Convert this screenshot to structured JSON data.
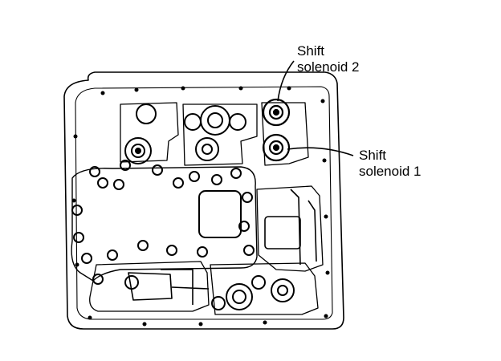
{
  "callouts": [
    {
      "line1": "Shift",
      "line2": "solenoid 2"
    },
    {
      "line1": "Shift",
      "line2": "solenoid 1"
    }
  ],
  "colors": {
    "ink": "#000000",
    "paper": "#ffffff"
  }
}
